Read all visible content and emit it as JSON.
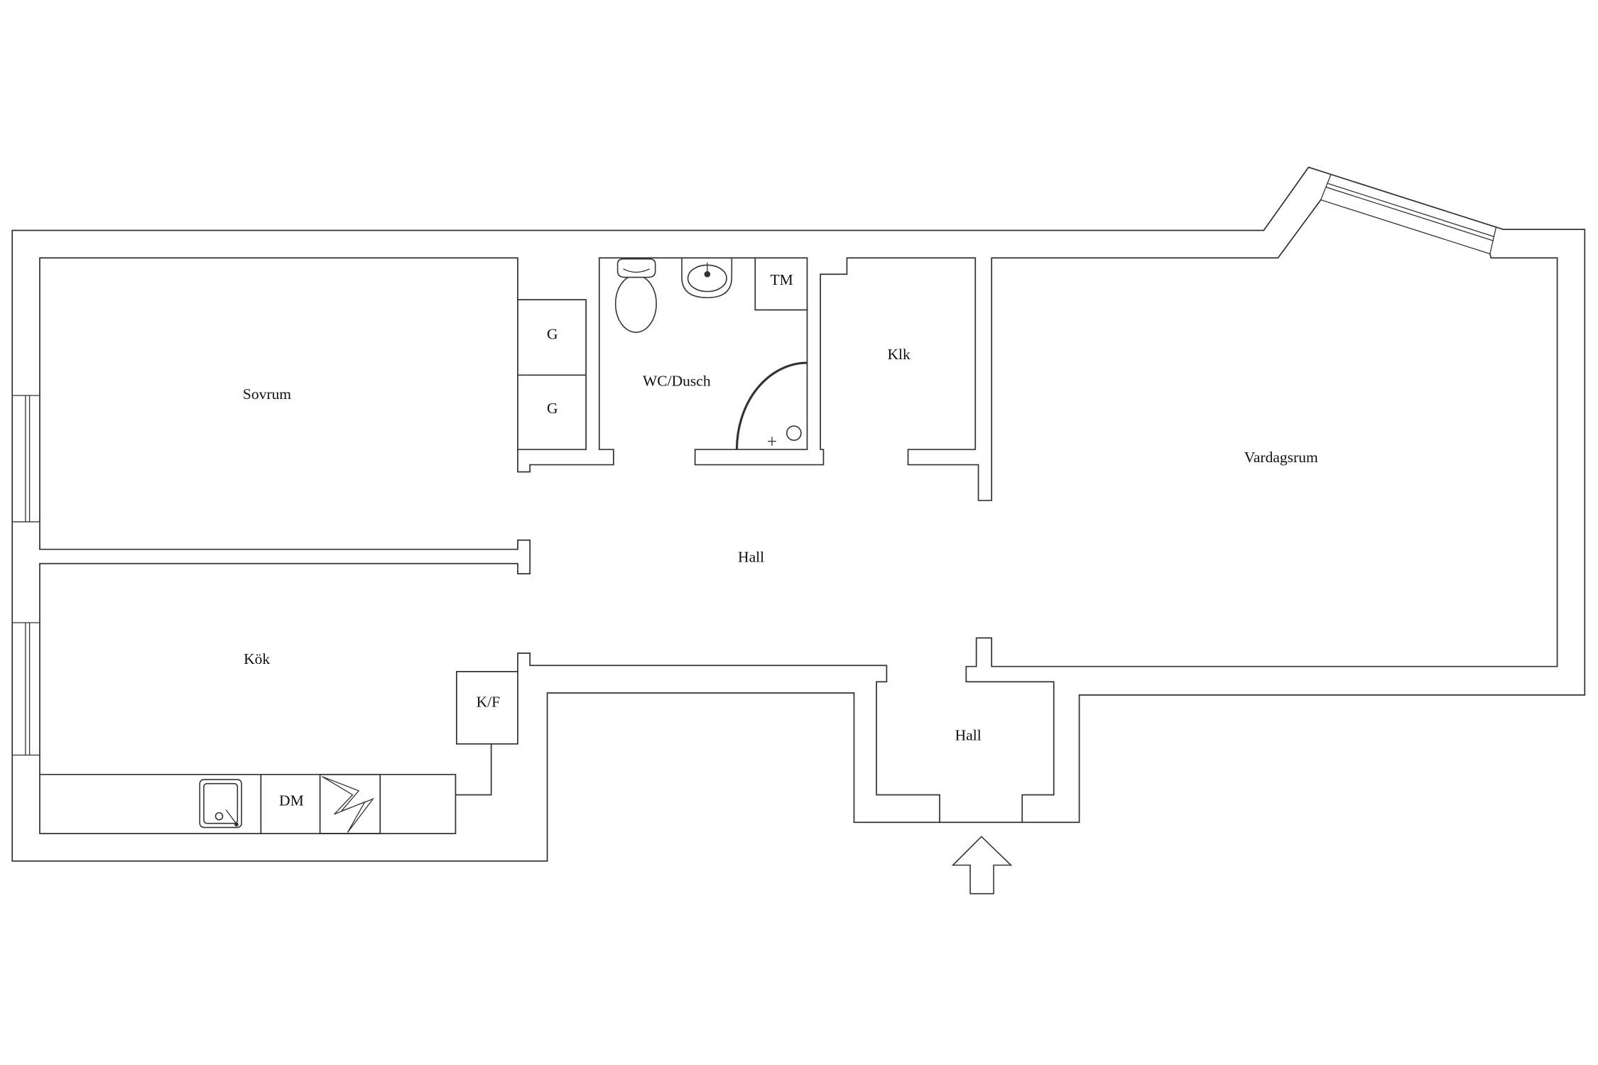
{
  "rooms": {
    "sovrum": "Sovrum",
    "garderob_1": "G",
    "garderob_2": "G",
    "wc_dusch": "WC/Dusch",
    "tm": "TM",
    "klk": "Klk",
    "vardagsrum": "Vardagsrum",
    "hall": "Hall",
    "kok": "Kök",
    "kf": "K/F",
    "dm": "DM",
    "hall_entry": "Hall"
  },
  "icons": [
    "toilet-icon",
    "washbasin-icon",
    "shower-icon",
    "kitchen-sink-icon",
    "stove-icon",
    "entrance-arrow-icon"
  ],
  "colors": {
    "line": "#333333",
    "label": "#111111",
    "background": "#ffffff"
  }
}
